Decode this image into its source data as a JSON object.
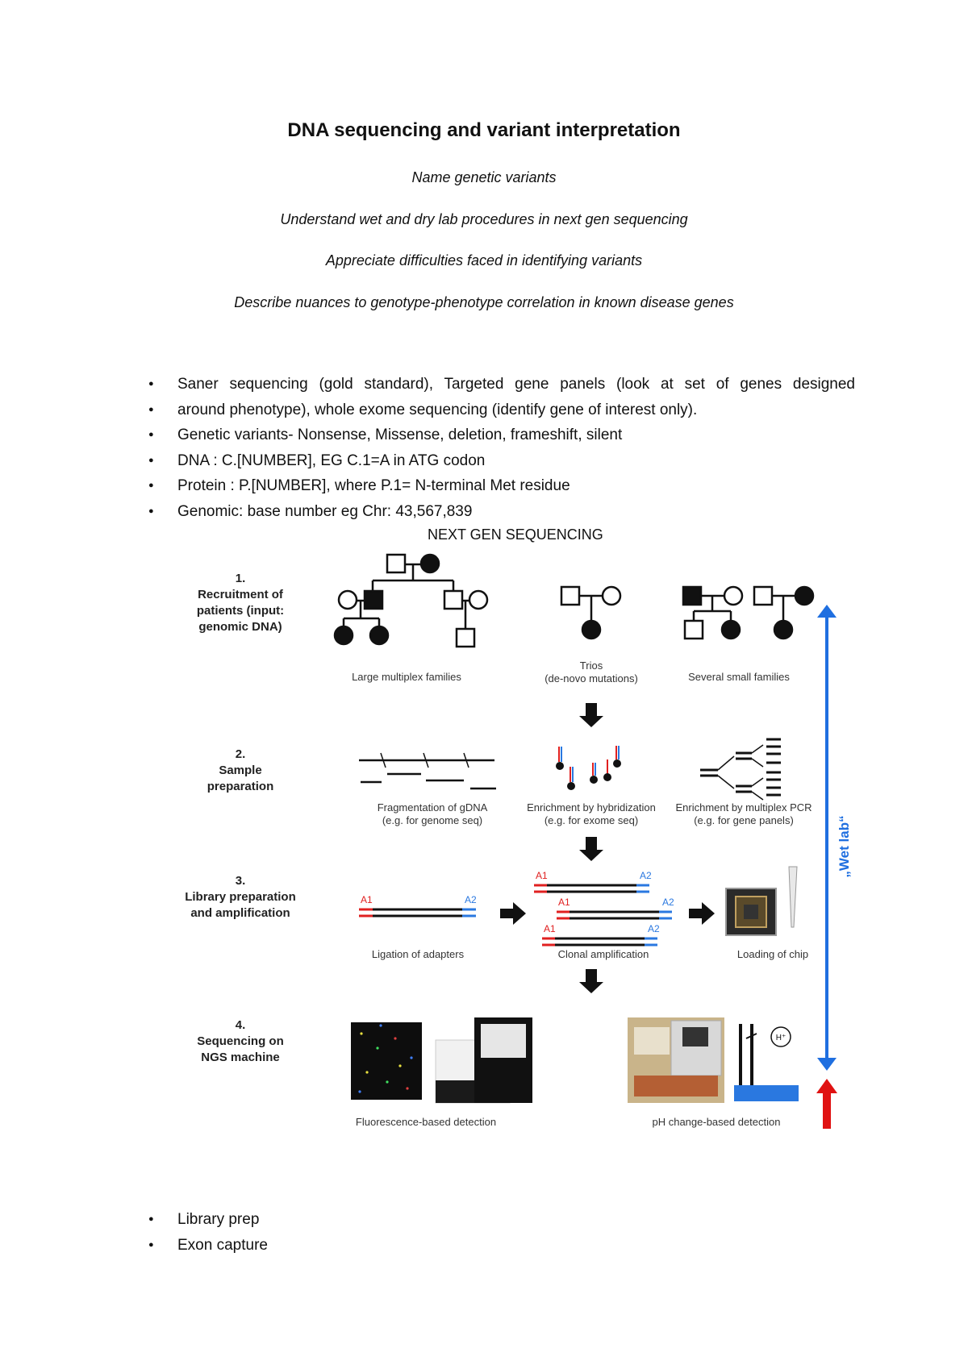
{
  "title": "DNA sequencing and variant interpretation",
  "objectives": [
    "Name genetic variants",
    "Understand wet and dry lab procedures in next gen sequencing",
    "Appreciate difficulties faced in identifying variants",
    "Describe nuances to genotype-phenotype correlation in known disease genes"
  ],
  "bullets": [
    "Saner sequencing (gold standard), Targeted gene panels (look at set of genes designed",
    "around phenotype), whole exome sequencing (identify gene of interest only).",
    "Genetic variants- Nonsense, Missense, deletion, frameshift, silent",
    "DNA : C.[NUMBER], EG C.1=A in ATG codon",
    "Protein : P.[NUMBER], where P.1= N-terminal Met residue",
    "Genomic: base number eg Chr: 43,567,839"
  ],
  "figure_heading": "NEXT GEN SEQUENCING",
  "figure": {
    "steps": [
      {
        "number": "1.",
        "lines": [
          "Recruitment of",
          "patients (input:",
          "genomic DNA)"
        ]
      },
      {
        "number": "2.",
        "lines": [
          "Sample",
          "preparation"
        ]
      },
      {
        "number": "3.",
        "lines": [
          "Library preparation",
          "and amplification"
        ]
      },
      {
        "number": "4.",
        "lines": [
          "Sequencing on",
          "NGS machine"
        ]
      }
    ],
    "captions": {
      "large_families": "Large multiplex families",
      "trios_1": "Trios",
      "trios_2": "(de-novo mutations)",
      "small_families": "Several small families",
      "frag_1": "Fragmentation of gDNA",
      "frag_2": "(e.g. for genome seq)",
      "hyb_1": "Enrichment by hybridization",
      "hyb_2": "(e.g. for exome seq)",
      "pcr_1": "Enrichment by multiplex PCR",
      "pcr_2": "(e.g. for gene panels)",
      "ligation": "Ligation of adapters",
      "clonal": "Clonal amplification",
      "chip": "Loading of chip",
      "fluorescence": "Fluorescence-based detection",
      "ph": "pH change-based detection"
    },
    "adapter_a1": "A1",
    "adapter_a2": "A2",
    "proton": "H⁺",
    "wet_lab": "„Wet lab“",
    "colors": {
      "blue_arrow": "#1f6fe0",
      "red_arrow": "#e01212",
      "adapter_red": "#e02020",
      "adapter_blue": "#2a78e0"
    }
  },
  "bullets_after": [
    "Library prep",
    "Exon capture"
  ]
}
